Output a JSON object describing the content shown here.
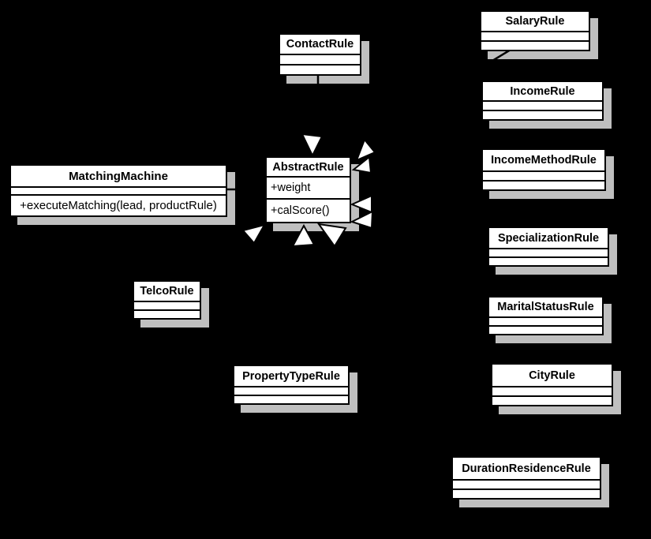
{
  "diagram": {
    "type": "uml-class-diagram",
    "background_color": "#000000",
    "box_fill_color": "#ffffff",
    "box_border_color": "#000000",
    "shadow_color": "#bfbfbf",
    "arrowhead_style": "hollow-white-triangle-generalization"
  },
  "classes": {
    "matchingMachine": {
      "name": "MatchingMachine",
      "attributes": [],
      "methods": [
        "+executeMatching(lead, productRule)"
      ]
    },
    "abstractRule": {
      "name": "AbstractRule",
      "attributes": [
        "+weight"
      ],
      "methods": [
        "+calScore()"
      ]
    },
    "contactRule": {
      "name": "ContactRule"
    },
    "salaryRule": {
      "name": "SalaryRule"
    },
    "incomeRule": {
      "name": "IncomeRule"
    },
    "incomeMethodRule": {
      "name": "IncomeMethodRule"
    },
    "specializationRule": {
      "name": "SpecializationRule"
    },
    "maritalStatusRule": {
      "name": "MaritalStatusRule"
    },
    "cityRule": {
      "name": "CityRule"
    },
    "durationResidenceRule": {
      "name": "DurationResidenceRule"
    },
    "telcoRule": {
      "name": "TelcoRule"
    },
    "propertyTypeRule": {
      "name": "PropertyTypeRule"
    }
  },
  "relationships": {
    "generalization_target": "AbstractRule",
    "association": "MatchingMachine — AbstractRule"
  }
}
